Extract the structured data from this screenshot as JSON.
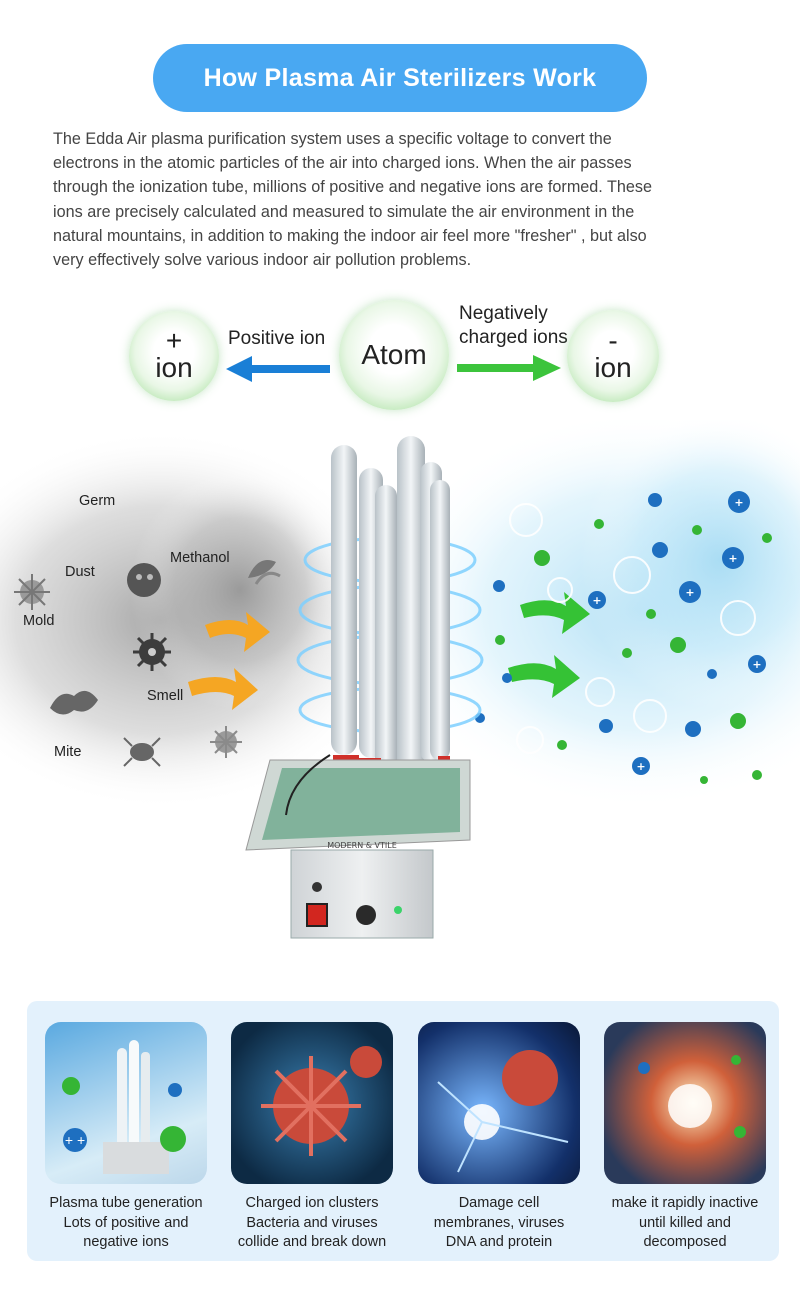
{
  "header": {
    "title": "How Plasma Air Sterilizers Work"
  },
  "intro": {
    "lines": [
      "The Edda Air plasma purification system uses a specific voltage to convert the",
      "electrons in the atomic particles of the air into charged ions. When the air passes",
      "through the ionization tube, millions of positive and negative ions are formed. These",
      "ions are precisely calculated and measured to simulate the air environment in the",
      "natural mountains, in addition to making the indoor air feel more \"fresher\" , but also",
      "very effectively solve various indoor air pollution problems."
    ]
  },
  "ion_diagram": {
    "positive_bubble": {
      "sign": "+",
      "word": "ion"
    },
    "atom_bubble": {
      "word": "Atom"
    },
    "negative_bubble": {
      "sign": "-",
      "word": "ion"
    },
    "left_arrow_label": "Positive ion",
    "right_arrow_label_line1": "Negatively",
    "right_arrow_label_line2": "charged ions",
    "colors": {
      "left_arrow": "#1a7fd6",
      "right_arrow": "#3cc43c",
      "bubble_edge": "#8fd38a"
    }
  },
  "pollutants": {
    "germ": "Germ",
    "dust": "Dust",
    "methanol": "Methanol",
    "mold": "Mold",
    "smell": "Smell",
    "mite": "Mite"
  },
  "device": {
    "panel_text": "MODERN & VTILE",
    "icons": [
      "plasma-tube-icon",
      "power-switch-icon",
      "knob-icon",
      "indicator-light-icon"
    ]
  },
  "steps": [
    {
      "line1": "Plasma tube generation",
      "line2": "Lots of positive and",
      "line3": "negative ions"
    },
    {
      "line1": "Charged ion clusters",
      "line2": "Bacteria and viruses",
      "line3": "collide and break down"
    },
    {
      "line1": "Damage cell",
      "line2": "membranes, viruses",
      "line3": "DNA and protein"
    },
    {
      "line1": "make it rapidly inactive",
      "line2": "until killed and",
      "line3": "decomposed"
    }
  ],
  "theme": {
    "accent": "#49a8f2",
    "panel_bg": "#e3f1fc",
    "positive_ion": "#1e6fc0",
    "negative_ion": "#35b535",
    "flow_arrow_orange": "#f5a623"
  }
}
